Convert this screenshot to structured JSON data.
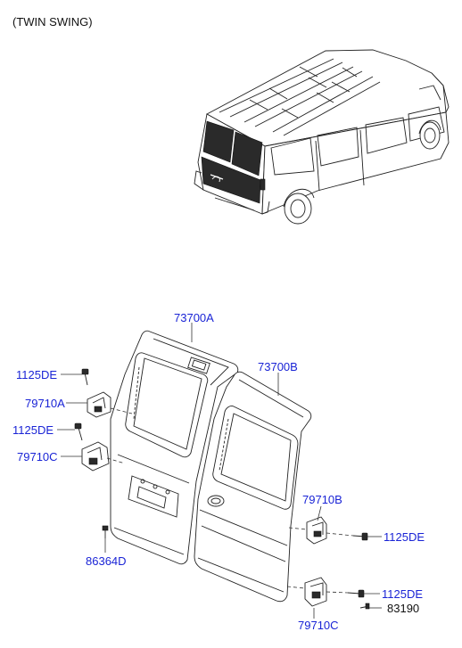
{
  "header": {
    "title": "(TWIN SWING)"
  },
  "colors": {
    "part_label": "#1a24d6",
    "line": "#222222"
  },
  "parts": [
    {
      "code": "73700A",
      "name": "door-left"
    },
    {
      "code": "73700B",
      "name": "door-right"
    },
    {
      "code": "1125DE",
      "name": "bolt-upper-left"
    },
    {
      "code": "79710A",
      "name": "hinge-upper-left"
    },
    {
      "code": "1125DE",
      "name": "bolt-lower-left"
    },
    {
      "code": "79710C",
      "name": "hinge-lower-left"
    },
    {
      "code": "86364D",
      "name": "clip"
    },
    {
      "code": "79710B",
      "name": "hinge-upper-right"
    },
    {
      "code": "1125DE",
      "name": "bolt-upper-right"
    },
    {
      "code": "1125DE",
      "name": "bolt-lower-right"
    },
    {
      "code": "79710C",
      "name": "hinge-lower-right"
    },
    {
      "code": "83190",
      "name": "pin-lower-right"
    }
  ]
}
